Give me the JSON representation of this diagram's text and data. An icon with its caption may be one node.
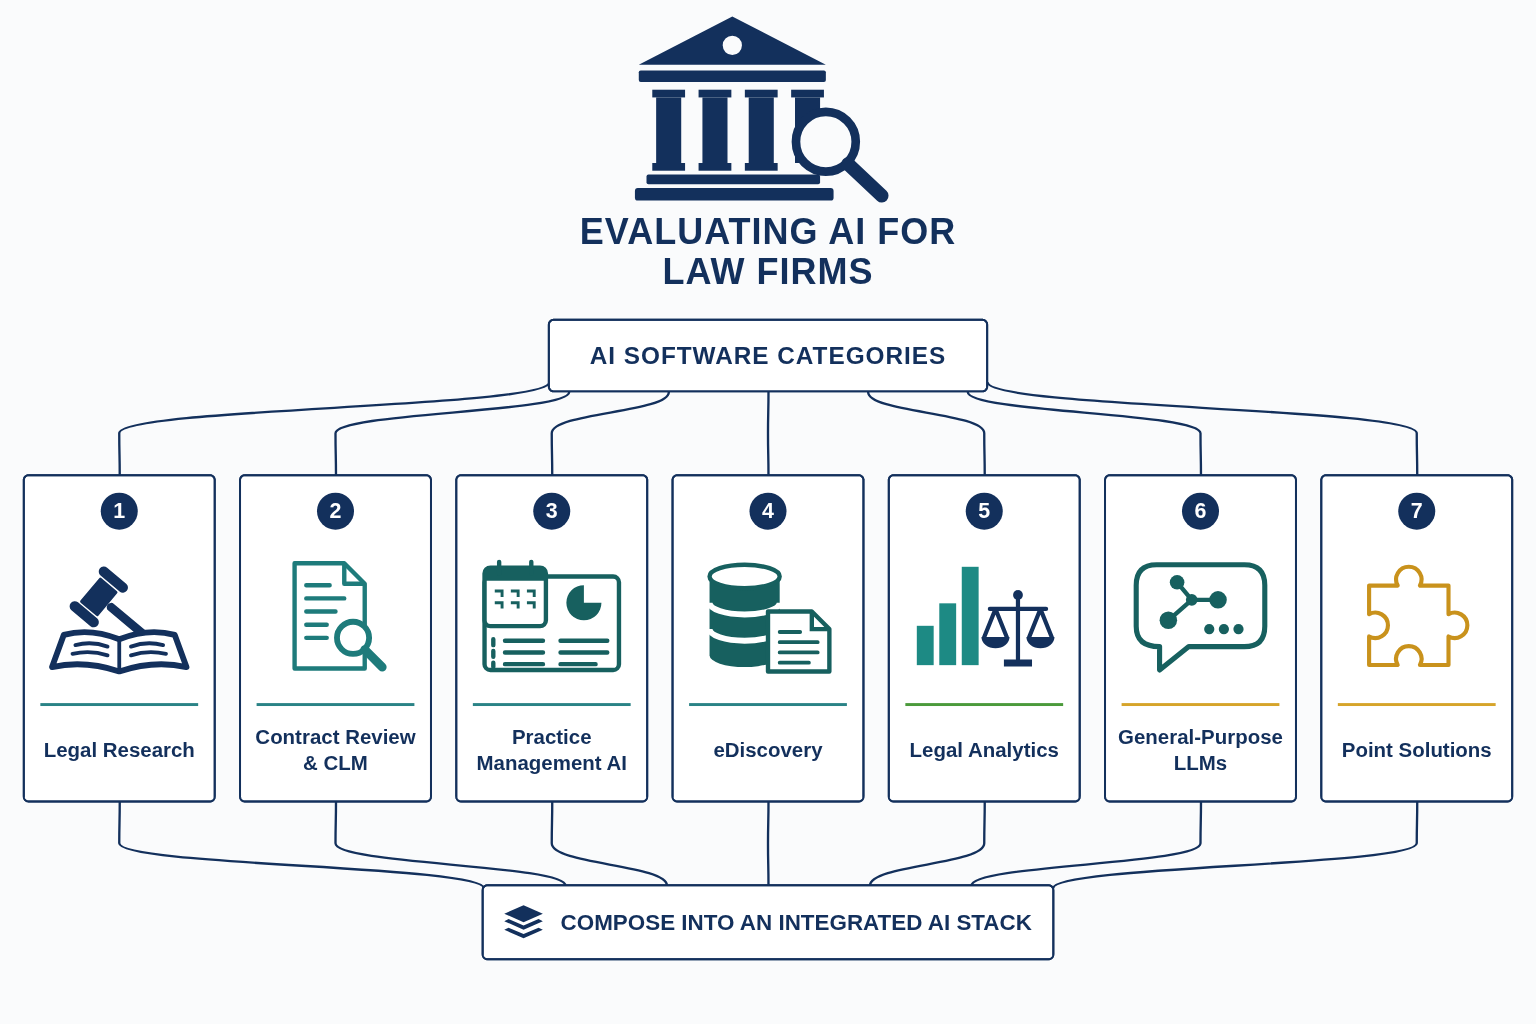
{
  "diagram": {
    "title": "EVALUATING AI FOR LAW FIRMS",
    "nodes": [
      {
        "text": [
          "AI SOFTWARE CATEGORIES"
        ]
      },
      {
        "text": [
          "1",
          "Legal Research"
        ]
      },
      {
        "text": [
          "2",
          "Contract Review & CLM"
        ]
      },
      {
        "text": [
          "3",
          "Practice Management AI"
        ]
      },
      {
        "text": [
          "4",
          "eDiscovery"
        ]
      },
      {
        "text": [
          "5",
          "Legal Analytics"
        ]
      },
      {
        "text": [
          "6",
          "General-Purpose LLMs"
        ]
      },
      {
        "text": [
          "7",
          "Point Solutions"
        ]
      },
      {
        "text": [
          "COMPOSE INTO AN INTEGRATED AI STACK"
        ]
      }
    ],
    "edges": [
      {
        "from": 0,
        "to": 1,
        "arrow": "none"
      },
      {
        "from": 0,
        "to": 2,
        "arrow": "none"
      },
      {
        "from": 0,
        "to": 3,
        "arrow": "none"
      },
      {
        "from": 0,
        "to": 4,
        "arrow": "none"
      },
      {
        "from": 0,
        "to": 5,
        "arrow": "none"
      },
      {
        "from": 0,
        "to": 6,
        "arrow": "none"
      },
      {
        "from": 0,
        "to": 7,
        "arrow": "none"
      },
      {
        "from": 1,
        "to": 8,
        "arrow": "none"
      },
      {
        "from": 2,
        "to": 8,
        "arrow": "none"
      },
      {
        "from": 3,
        "to": 8,
        "arrow": "none"
      },
      {
        "from": 4,
        "to": 8,
        "arrow": "none"
      },
      {
        "from": 5,
        "to": 8,
        "arrow": "none"
      },
      {
        "from": 6,
        "to": 8,
        "arrow": "none"
      },
      {
        "from": 7,
        "to": 8,
        "arrow": "none"
      }
    ]
  }
}
